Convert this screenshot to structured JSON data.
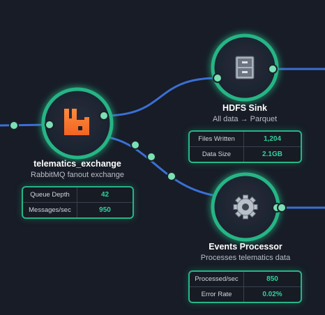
{
  "colors": {
    "background": "#171c26",
    "accent_green": "#27b585",
    "edge_blue": "#3b6fd4",
    "value_green": "#2fd39c"
  },
  "nodes": {
    "exchange": {
      "title": "telematics_exchange",
      "subtitle": "RabbitMQ fanout exchange",
      "icon": "rabbitmq-icon",
      "stats": [
        {
          "key": "Queue Depth",
          "value": "42"
        },
        {
          "key": "Messages/sec",
          "value": "950"
        }
      ]
    },
    "hdfs": {
      "title": "HDFS Sink",
      "subtitle": "All data → Parquet",
      "icon": "file-cabinet-icon",
      "stats": [
        {
          "key": "Files Written",
          "value": "1,204"
        },
        {
          "key": "Data Size",
          "value": "2.1GB"
        }
      ]
    },
    "processor": {
      "title": "Events Processor",
      "subtitle": "Processes telematics data",
      "icon": "gear-icon",
      "stats": [
        {
          "key": "Processed/sec",
          "value": "850"
        },
        {
          "key": "Error Rate",
          "value": "0.02%"
        }
      ]
    }
  }
}
